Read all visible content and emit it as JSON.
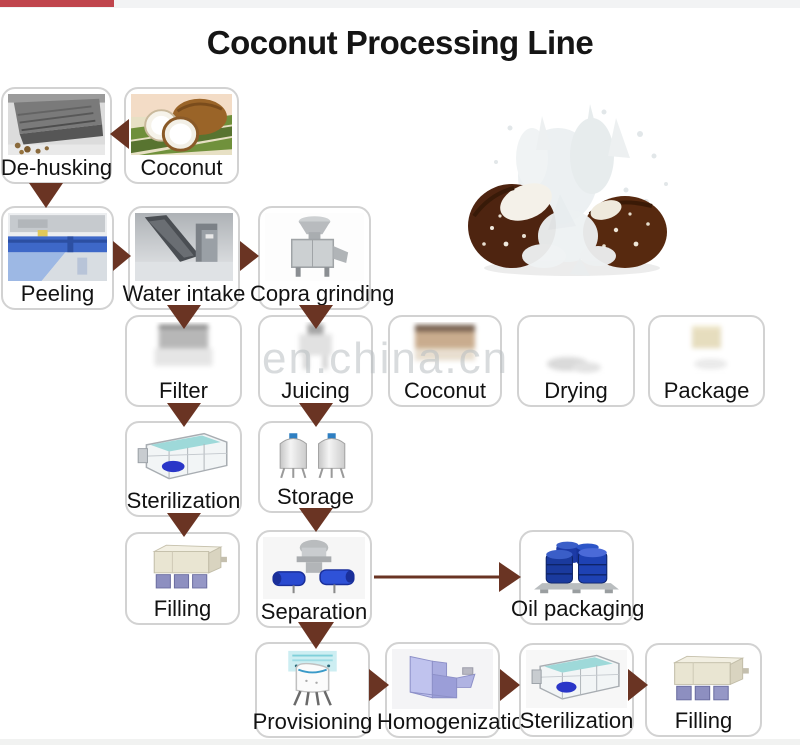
{
  "header": {
    "red_bar_color": "#c0454d",
    "title": "Coconut Processing Line"
  },
  "watermark": {
    "text": "en.china.cn"
  },
  "colors": {
    "arrow": "#6a3423",
    "box_border": "#d2d2d2",
    "label": "#121212"
  },
  "nodes": {
    "dehusking": {
      "label": "De-husking"
    },
    "coconut": {
      "label": "Coconut"
    },
    "peeling": {
      "label": "Peeling"
    },
    "water_intake": {
      "label": "Water intake"
    },
    "copra_grinding": {
      "label": "Copra grinding"
    },
    "filter": {
      "label": "Filter"
    },
    "juicing": {
      "label": "Juicing"
    },
    "coconut_row3": {
      "label": "Coconut"
    },
    "drying": {
      "label": "Drying"
    },
    "package": {
      "label": "Package"
    },
    "sterilization": {
      "label": "Sterilization"
    },
    "storage": {
      "label": "Storage"
    },
    "filling": {
      "label": "Filling"
    },
    "separation": {
      "label": "Separation"
    },
    "oil_packaging": {
      "label": "Oil packaging"
    },
    "provisioning": {
      "label": "Provisioning"
    },
    "homogenization": {
      "label": "Homogenization"
    },
    "sterilization_bottom": {
      "label": "Sterilization"
    },
    "filling_bottom": {
      "label": "Filling"
    }
  }
}
